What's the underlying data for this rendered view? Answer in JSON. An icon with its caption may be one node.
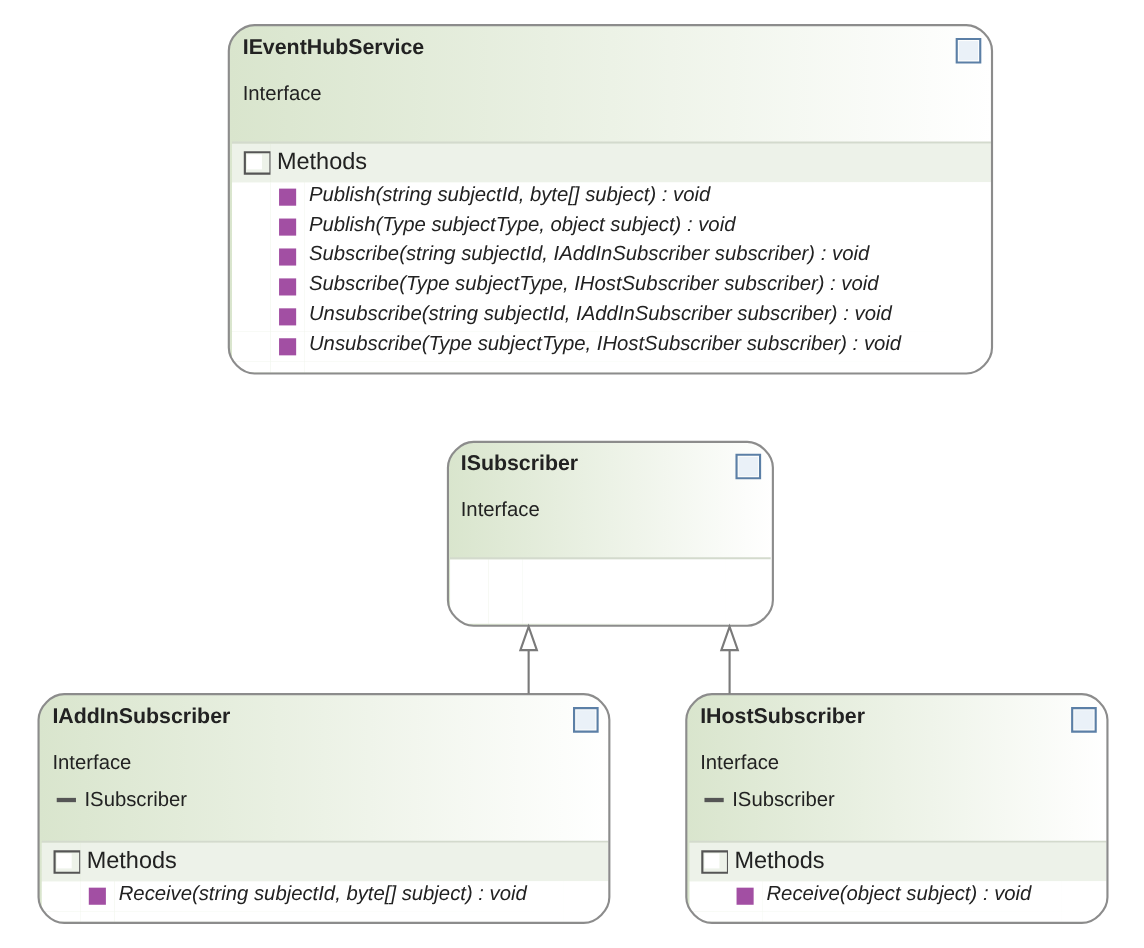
{
  "diagram": {
    "nodes": [
      {
        "text": [
          "IEventHubService",
          "Interface",
          "Methods",
          "Publish(string subjectId, byte[] subject) : void",
          "Publish(Type subjectType, object subject) : void",
          "Subscribe(string subjectId, IAddInSubscriber subscriber) : void",
          "Subscribe(Type subjectType, IHostSubscriber subscriber) : void",
          "Unsubscribe(string subjectId, IAddInSubscriber subscriber) : void",
          "Unsubscribe(Type subjectType, IHostSubscriber subscriber) : void"
        ]
      },
      {
        "text": [
          "ISubscriber",
          "Interface"
        ]
      },
      {
        "text": [
          "IAddInSubscriber",
          "Interface",
          "ISubscriber",
          "Methods",
          "Receive(string subjectId, byte[] subject) : void"
        ]
      },
      {
        "text": [
          "IHostSubscriber",
          "Interface",
          "ISubscriber",
          "Methods",
          "Receive(object subject) : void"
        ]
      }
    ],
    "edges": [
      {
        "from": 2,
        "to": 1,
        "arrow": "to"
      },
      {
        "from": 3,
        "to": 1,
        "arrow": "to"
      }
    ]
  }
}
